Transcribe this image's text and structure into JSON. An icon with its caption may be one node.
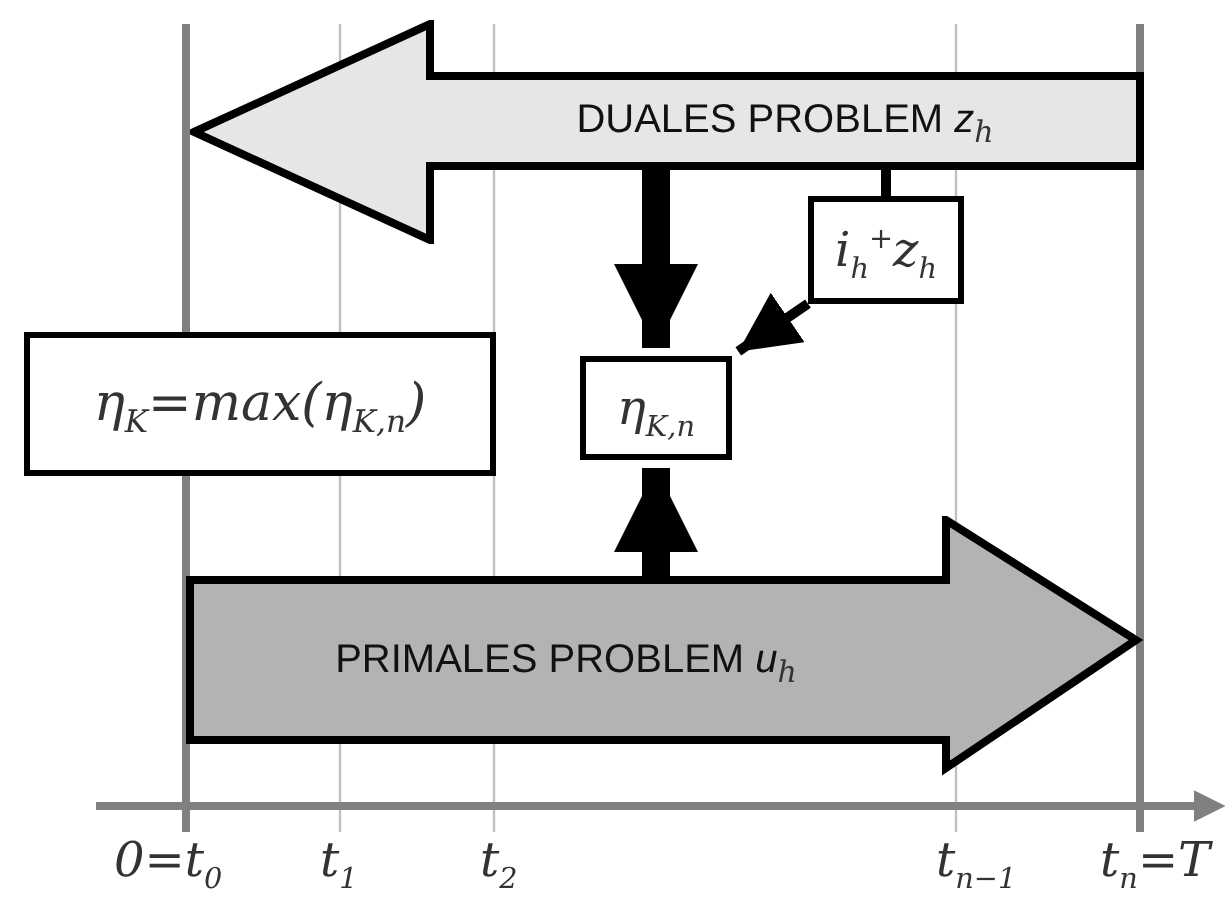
{
  "diagram": {
    "nodes": [
      {
        "text": [
          "DUALES PROBLEM *z*$_{h}$"
        ]
      },
      {
        "text": [
          "i$_{h}$$^{+}$z$_{h}$"
        ]
      },
      {
        "text": [
          "η$_{K}$=max(η$_{K,n}$)"
        ]
      },
      {
        "text": [
          "η$_{K,n}$"
        ]
      },
      {
        "text": [
          "PRIMALES PROBLEM *u*$_{h}$"
        ]
      }
    ],
    "edges": [
      {
        "from": 0,
        "to": 3,
        "arrow": "to",
        "style": "thick"
      },
      {
        "from": 0,
        "to": 1,
        "arrow": "none"
      },
      {
        "from": 1,
        "to": 3,
        "arrow": "to"
      },
      {
        "from": 4,
        "to": 3,
        "arrow": "to",
        "style": "thick"
      }
    ],
    "labels": [
      "0=t$_{0}$",
      "t$_{1}$",
      "t$_{2}$",
      "t$_{n−1}$",
      "t$_{n}$=T"
    ]
  }
}
